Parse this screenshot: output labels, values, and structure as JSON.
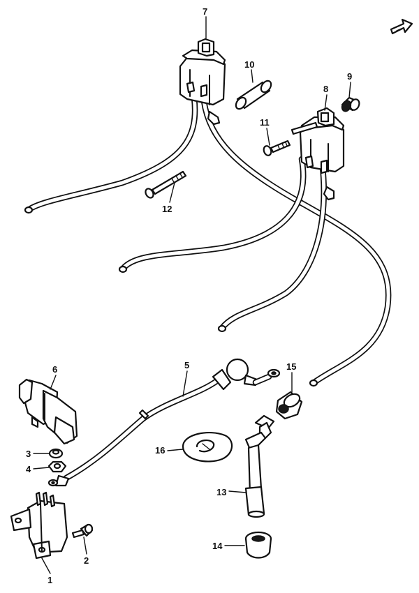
{
  "callouts": [
    {
      "id": "1",
      "name": "relay"
    },
    {
      "id": "2",
      "name": "bolt"
    },
    {
      "id": "3",
      "name": "washer"
    },
    {
      "id": "4",
      "name": "nut"
    },
    {
      "id": "5",
      "name": "lead-wire"
    },
    {
      "id": "6",
      "name": "noise-suppressor"
    },
    {
      "id": "7",
      "name": "ignition-coil"
    },
    {
      "id": "8",
      "name": "ignition-coil"
    },
    {
      "id": "9",
      "name": "spacer"
    },
    {
      "id": "10",
      "name": "spacer"
    },
    {
      "id": "11",
      "name": "bolt"
    },
    {
      "id": "12",
      "name": "bolt"
    },
    {
      "id": "13",
      "name": "plug-cap"
    },
    {
      "id": "14",
      "name": "grommet"
    },
    {
      "id": "15",
      "name": "cap"
    },
    {
      "id": "16",
      "name": "grommet"
    }
  ],
  "icons": {
    "front_arrow": "arrow-icon"
  },
  "colors": {
    "ink": "#111111",
    "paper": "#ffffff"
  }
}
